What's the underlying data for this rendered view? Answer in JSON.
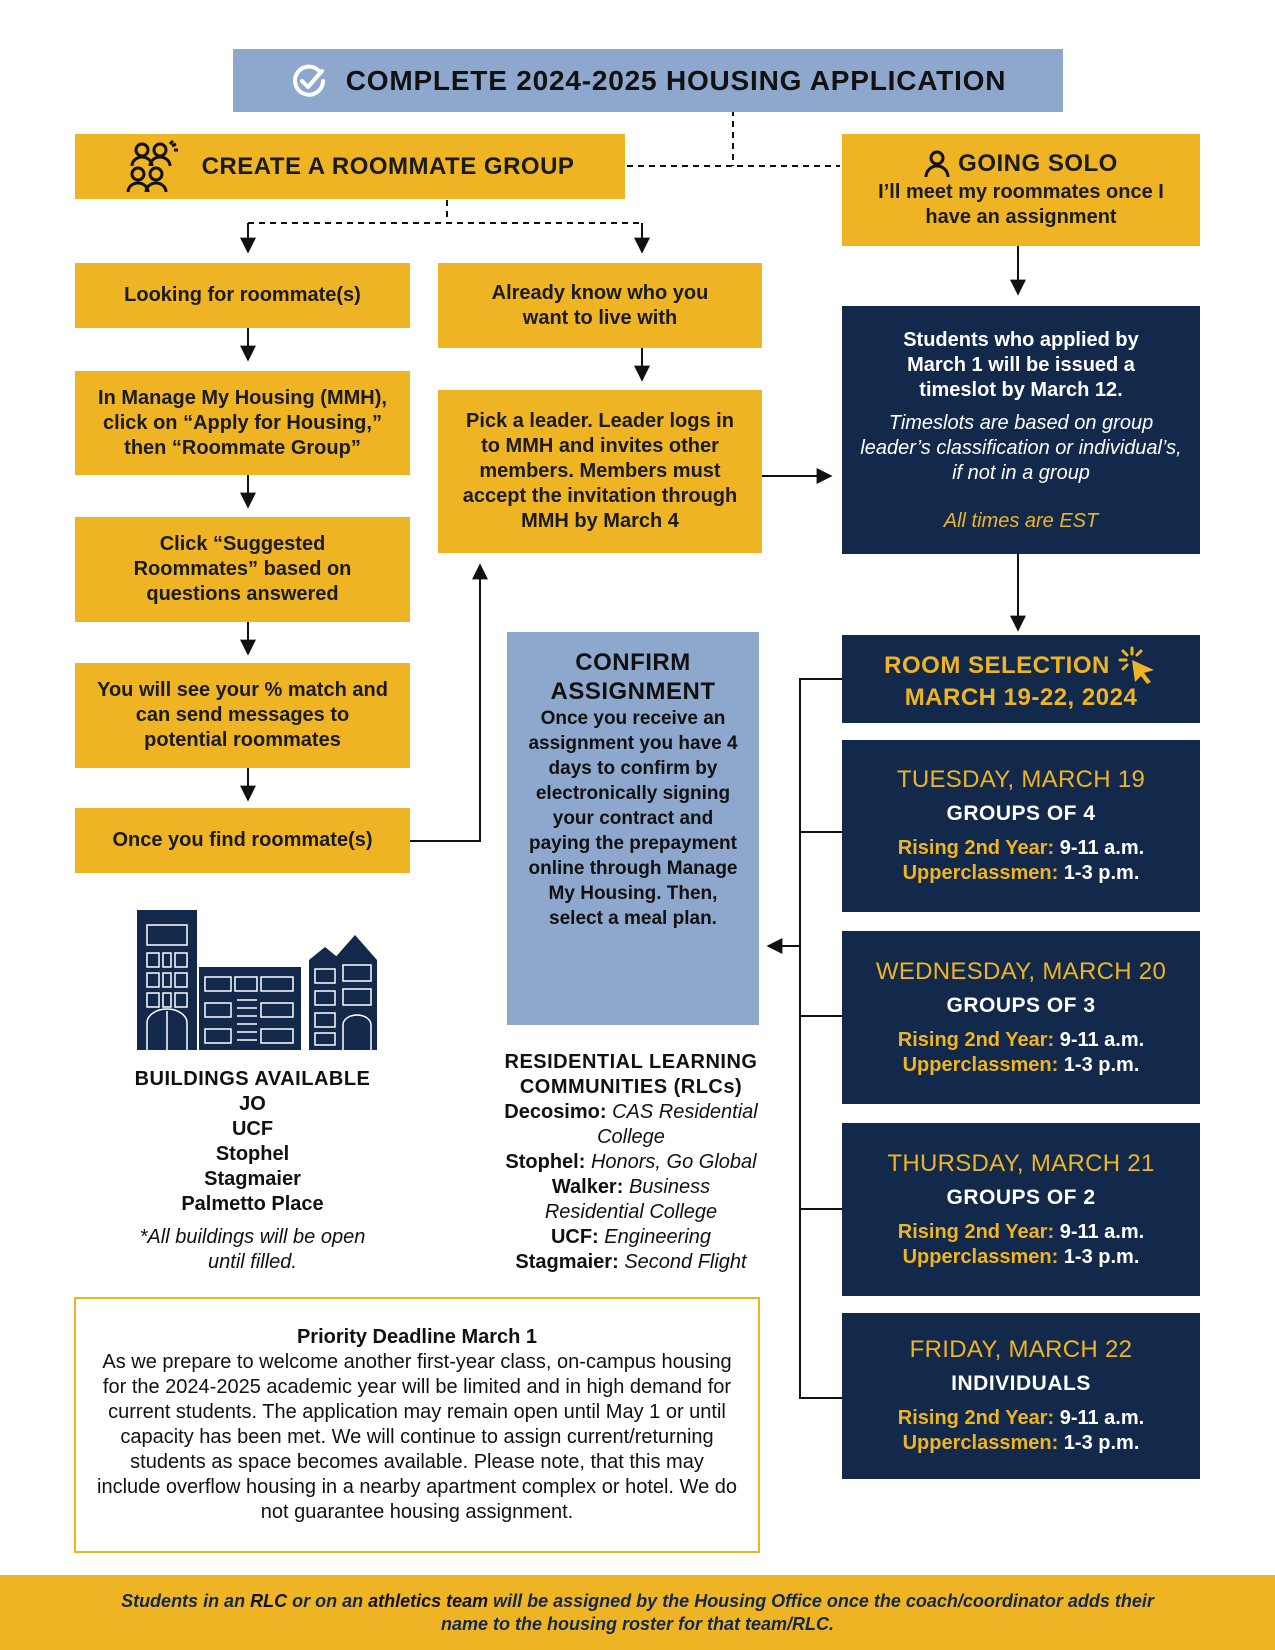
{
  "title": "COMPLETE 2024-2025 HOUSING APPLICATION",
  "roommate_group": {
    "heading": "CREATE A ROOMMATE GROUP",
    "looking": "Looking for roommate(s)",
    "mmh_step": "In Manage My Housing (MMH), click on “Apply for Housing,” then “Roommate Group”",
    "suggested": "Click “Suggested Roommates” based on questions answered",
    "match": "You will see your % match and can send messages to potential roommates",
    "found": "Once you find roommate(s)",
    "already_know": "Already know who you want to live with",
    "leader": "Pick a leader. Leader logs in to MMH and invites other members. Members must accept the invitation through MMH by March 4"
  },
  "solo": {
    "heading": "GOING SOLO",
    "sub": "I’ll meet my roommates once I have an assignment"
  },
  "timeslot": {
    "line1": "Students who applied by March 1 will be issued a timeslot by March 12.",
    "line2": "Timeslots are based on group leader’s classification or individual’s, if not in a group",
    "line3": "All times are EST"
  },
  "confirm": {
    "heading": "CONFIRM ASSIGNMENT",
    "body": "Once you receive an assignment you have 4 days to confirm by electronically signing your contract and paying the prepayment online through Manage My Housing. Then, select a meal plan."
  },
  "room_selection": {
    "heading1": "ROOM SELECTION",
    "heading2": "MARCH 19-22, 2024",
    "days": [
      {
        "date": "TUESDAY, MARCH 19",
        "group": "GROUPS OF 4",
        "rising_label": "Rising 2nd Year:",
        "rising_time": "9-11 a.m.",
        "upper_label": "Upperclassmen:",
        "upper_time": "1-3 p.m."
      },
      {
        "date": "WEDNESDAY, MARCH 20",
        "group": "GROUPS OF 3",
        "rising_label": "Rising 2nd Year:",
        "rising_time": "9-11 a.m.",
        "upper_label": "Upperclassmen:",
        "upper_time": "1-3 p.m."
      },
      {
        "date": "THURSDAY, MARCH 21",
        "group": "GROUPS OF 2",
        "rising_label": "Rising 2nd Year:",
        "rising_time": "9-11 a.m.",
        "upper_label": "Upperclassmen:",
        "upper_time": "1-3 p.m."
      },
      {
        "date": "FRIDAY, MARCH 22",
        "group": "INDIVIDUALS",
        "rising_label": "Rising 2nd Year:",
        "rising_time": "9-11 a.m.",
        "upper_label": "Upperclassmen:",
        "upper_time": "1-3 p.m."
      }
    ]
  },
  "buildings": {
    "heading": "BUILDINGS AVAILABLE",
    "list": [
      "JO",
      "UCF",
      "Stophel",
      "Stagmaier",
      "Palmetto Place"
    ],
    "note": "*All buildings will be open until filled."
  },
  "rlc": {
    "heading": "RESIDENTIAL LEARNING COMMUNITIES (RLCs)",
    "items": [
      {
        "name": "Decosimo:",
        "desc": "CAS Residential College"
      },
      {
        "name": "Stophel:",
        "desc": "Honors, Go Global"
      },
      {
        "name": "Walker:",
        "desc": "Business Residential College"
      },
      {
        "name": "UCF:",
        "desc": "Engineering"
      },
      {
        "name": "Stagmaier:",
        "desc": "Second Flight"
      }
    ]
  },
  "priority": {
    "heading": "Priority Deadline March 1",
    "body": "As we prepare to welcome another first-year class, on-campus housing for the 2024-2025 academic year will be limited and in high demand for current students. The application may remain open until May 1 or until capacity has been met. We will continue to assign current/returning students as space becomes available. Please note, that this may include overflow housing in a nearby apartment complex or hotel. We do not guarantee housing assignment."
  },
  "footer": {
    "part1": "Students in an ",
    "rlc": "RLC",
    "part2": " or on an ",
    "athletics": "athletics team",
    "part3": " will be assigned by the Housing Office once the coach/coordinator adds their name to the housing roster for that team/RLC."
  },
  "colors": {
    "gold": "#eeb423",
    "navy": "#13294b",
    "blue": "#8ea7cc"
  },
  "icons": [
    "check-circle-icon",
    "group-people-icon",
    "person-icon",
    "click-cursor-icon",
    "buildings-illustration"
  ]
}
